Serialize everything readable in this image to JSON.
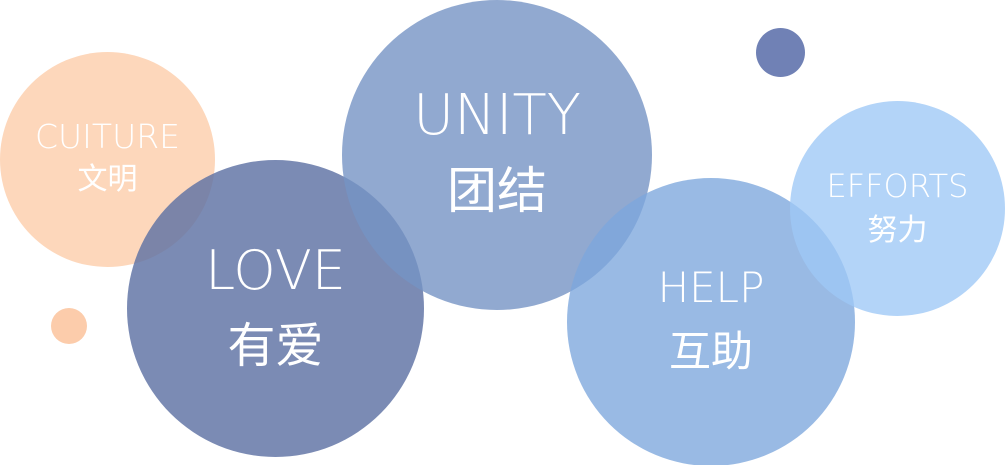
{
  "bubbles": {
    "culture": {
      "en": "CUITURE",
      "zh": "文明"
    },
    "love": {
      "en": "LOVE",
      "zh": "有爱"
    },
    "unity": {
      "en": "UNITY",
      "zh": "团结"
    },
    "help": {
      "en": "HELP",
      "zh": "互助"
    },
    "efforts": {
      "en": "EFFORTS",
      "zh": "努力"
    }
  },
  "colors": {
    "culture": "#fcccab",
    "love": "#5e71a4",
    "unity": "#7694c4",
    "help": "#7ca7dc",
    "efforts": "#9ec8f6",
    "dot_blue": "#7081b5",
    "dot_peach": "#fcccab"
  }
}
